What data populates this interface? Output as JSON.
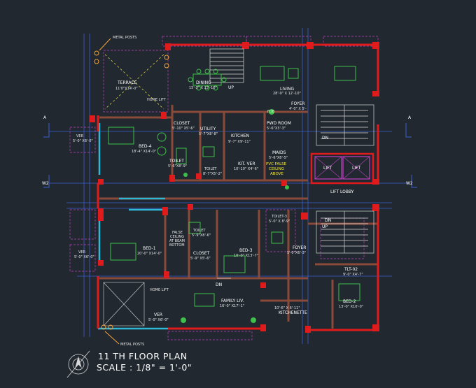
{
  "plan": {
    "title": "11 TH FLOOR PLAN",
    "scale": "SCALE : 1/8\" = 1'-0\"",
    "colors": {
      "background": "#212830",
      "wall": "#e01b1b",
      "window": "#2fb8d6",
      "grid": "#3b5fd0",
      "furniture": "#3fbf4a",
      "interior_wall": "#8a4a3a",
      "dashed": "#c040c0",
      "text": "#ffffff"
    },
    "callouts": {
      "metal_posts_top": "METAL POSTS",
      "metal_posts_bottom": "METAL POSTS"
    },
    "grid_markers": {
      "a_left": "A",
      "a_right": "A",
      "w2_left": "W2",
      "w2_right": "W2"
    },
    "rooms": {
      "terrace": {
        "name": "TERRACE",
        "dim": "11'0\"X14'-0\""
      },
      "dining": {
        "name": "DINING",
        "dim": "15'-3\" X 13'-10\""
      },
      "living": {
        "name": "LIVING",
        "dim": "28'-9\" X 12'-10\""
      },
      "foyer_top": {
        "name": "FOYER",
        "dim": "4'-0\" X 5'-"
      },
      "home_lift_top": {
        "name": "HOME LIFT"
      },
      "closet_top": {
        "name": "CLOSET",
        "dim": "5'-10\" X5'-6\""
      },
      "utility": {
        "name": "UTILITY",
        "dim": "5'-7\"X8'-8\""
      },
      "kitchen": {
        "name": "KITCHEN",
        "dim": "9'-7\" X9'-11\""
      },
      "fdb": {
        "name": "FDB"
      },
      "pwd_room": {
        "name": "PWD ROOM",
        "dim": "5'-6\"X3'-3\""
      },
      "bed4": {
        "name": "BED-4",
        "dim": "18'-4\" X14'-0\""
      },
      "toilet_top": {
        "name": "TOILET",
        "dim": "5'-6\"X8'-9\""
      },
      "toilet_center": {
        "name": "TOILET",
        "dim": "8'-7\"X5'-2\""
      },
      "maids": {
        "name": "MAIDS",
        "dim": "5'-6\"X8'-5\""
      },
      "kit_ver": {
        "name": "KIT. VER",
        "dim": "10'-10\" X4'-6\""
      },
      "pvc_false_ceiling": {
        "line1": "PVC FALSE",
        "line2": "CEILING",
        "line3": "ABOVE"
      },
      "lift_a": {
        "name": "LIFT"
      },
      "lift_b": {
        "name": "LIFT"
      },
      "lift_lobby": {
        "name": "LIFT LOBBY"
      },
      "ver_top": {
        "name": "VER",
        "dim": "5'-0\" X6'-0\""
      },
      "false_ceiling": {
        "line1": "FALSE",
        "line2": "CEILING",
        "line3": "AT BEAM",
        "line4": "BOTTOM"
      },
      "toilet2": {
        "name": "TOILET",
        "dim": "5'-9\"X8'-6\""
      },
      "toilet3": {
        "name": "TOILET-3",
        "dim": "5'-0\" X 8'-9\""
      },
      "bed1": {
        "name": "BED-1",
        "dim": "20'-0\" X14'-0\""
      },
      "closet_center": {
        "name": "CLOSET",
        "dim": "5'-9\" X5'-6\""
      },
      "bed3": {
        "name": "BED-3",
        "dim": "10'-0\" X13'-7\""
      },
      "foyer_bottom": {
        "name": "FOYER",
        "dim": "5'-0\"X6'-3\""
      },
      "ver_left": {
        "name": "VER",
        "dim": "5'-0\" X6'-0\""
      },
      "home_lift_bottom": {
        "name": "HOME LIFT"
      },
      "tlt02": {
        "name": "TLT-02",
        "dim": "9'-0\" X4'-7\""
      },
      "family_liv": {
        "name": "FAMILY LIV.",
        "dim": "16'-0\" X17'-1\""
      },
      "kitchenette": {
        "dim": "10'-6\" X 6'-11\"",
        "name": "KITCHENETTE"
      },
      "bed2": {
        "name": "BED-2",
        "dim": "13'-0\" X10'-0\""
      },
      "ver_bottom": {
        "name": "VER",
        "dim": "5'-0\" X6'-0\""
      }
    },
    "stair_labels": {
      "up_top": "UP",
      "dn_top": "DN",
      "dn_right": "DN",
      "up_right": "UP",
      "dn_center": "DN"
    }
  }
}
